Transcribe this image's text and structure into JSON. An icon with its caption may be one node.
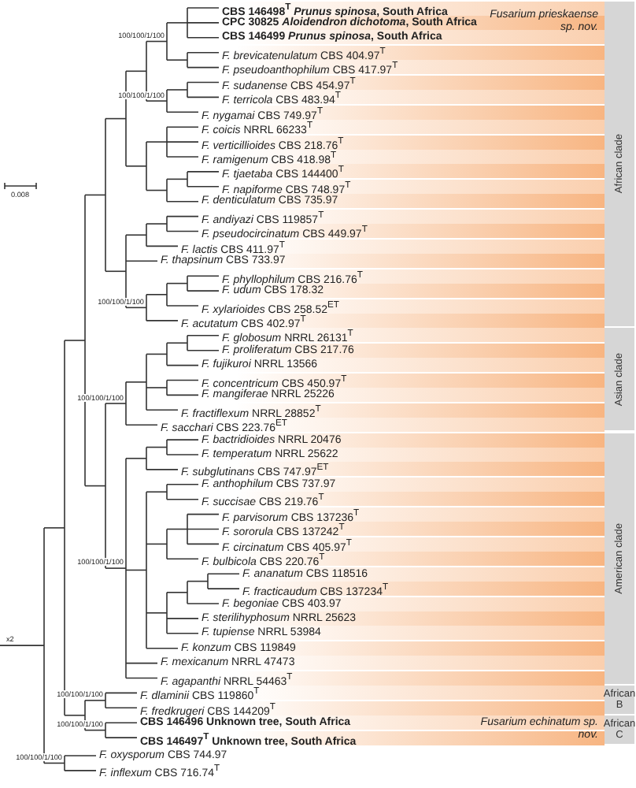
{
  "diagram": {
    "nodes": [
      {
        "text": [
          "African clade"
        ]
      },
      {
        "text": [
          "Asian clade"
        ]
      },
      {
        "text": [
          "American clade"
        ]
      },
      {
        "text": [
          "African B"
        ]
      },
      {
        "text": [
          "African C"
        ]
      }
    ],
    "labels": [
      "CBS 146498$^{T}$ *Prunus spinosa*, South Africa",
      "CPC 30825 *Aloidendron dichotoma*, South Africa",
      "CBS 146499 *Prunus spinosa*, South Africa",
      "*F. brevicatenulatum* CBS 404.97$^{T}$",
      "*F. pseudoanthophilum* CBS 417.97$^{T}$",
      "*F. sudanense* CBS 454.97$^{T}$",
      "*F. terricola* CBS 483.94$^{T}$",
      "*F. nygamai* CBS 749.97$^{T}$",
      "*F. coicis* NRRL 66233$^{T}$",
      "*F. verticillioides* CBS 218.76$^{T}$",
      "*F. ramigenum* CBS 418.98$^{T}$",
      "*F. tjaetaba* CBS 144400$^{T}$",
      "*F. napiforme* CBS 748.97$^{T}$",
      "*F. denticulatum* CBS 735.97",
      "*F. andiyazi* CBS 119857$^{T}$",
      "*F. pseudocircinatum* CBS 449.97$^{T}$",
      "*F. lactis* CBS 411.97$^{T}$",
      "*F. thapsinum* CBS 733.97",
      "*F. phyllophilum* CBS 216.76$^{T}$",
      "*F. udum* CBS 178.32",
      "*F. xylarioides* CBS 258.52$^{ET}$",
      "*F. acutatum* CBS 402.97$^{T}$",
      "*F. globosum* NRRL 26131$^{T}$",
      "*F. proliferatum* CBS 217.76",
      "*F. fujikuroi* NRRL 13566",
      "*F. concentricum* CBS 450.97$^{T}$",
      "*F. mangiferae* NRRL 25226",
      "*F. fractiflexum* NRRL 28852$^{T}$",
      "*F. sacchari* CBS 223.76$^{ET}$",
      "*F. bactridioides* NRRL 20476",
      "*F. temperatum* NRRL 25622",
      "*F. subglutinans* CBS 747.97$^{ET}$",
      "*F. anthophilum* CBS 737.97",
      "*F. succisae* CBS 219.76$^{T}$",
      "*F. parvisorum* CBS 137236$^{T}$",
      "*F. sororula* CBS 137242$^{T}$",
      "*F. circinatum* CBS 405.97$^{T}$",
      "*F. bulbicola* CBS 220.76$^{T}$",
      "*F. ananatum* CBS 118516",
      "*F. fracticaudum* CBS 137234$^{T}$",
      "*F. begoniae* CBS 403.97",
      "*F. sterilihyphosum* NRRL 25623",
      "*F. tupiense* NRRL 53984",
      "*F. konzum* CBS 119849",
      "*F. mexicanum* NRRL 47473",
      "*F. agapanthi* NRRL 54463$^{T}$",
      "*F. dlaminii* CBS 119860$^{T}$",
      "*F. fredkrugeri* CBS 144209$^{T}$",
      "CBS 146496 Unknown tree, South Africa",
      "CBS 146497$^{T}$ Unknown tree, South Africa",
      "*F. oxysporum* CBS 744.97",
      "*F. inflexum* CBS 716.74$^{T}$",
      "Fusarium prieskaense sp. nov.",
      "Fusarium echinatum sp. nov.",
      "0.008",
      "x2",
      "100/100/1/100",
      "100/100/1/100",
      "100/100/1/100",
      "100/100/1/100",
      "100/100/1/100",
      "100/100/1/100",
      "100/100/1/100",
      "100/100/1/100"
    ]
  }
}
